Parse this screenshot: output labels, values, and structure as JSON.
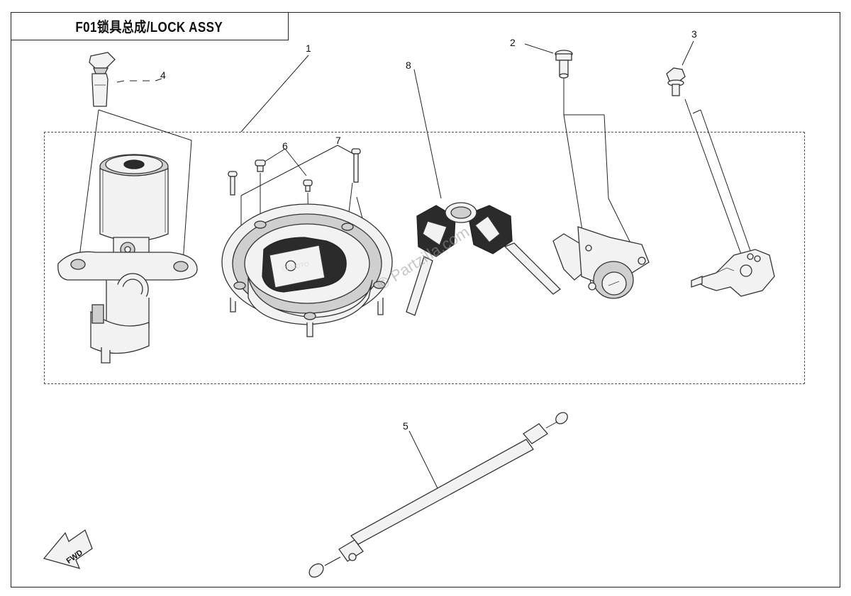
{
  "diagram": {
    "title": "F01锁具总成/LOCK ASSY",
    "callouts": [
      "1",
      "2",
      "3",
      "4",
      "5",
      "6",
      "7",
      "8"
    ],
    "watermark": "© Partzilla.com",
    "fwd_label": "FWD",
    "key_brand_text": "CFMOTO"
  }
}
